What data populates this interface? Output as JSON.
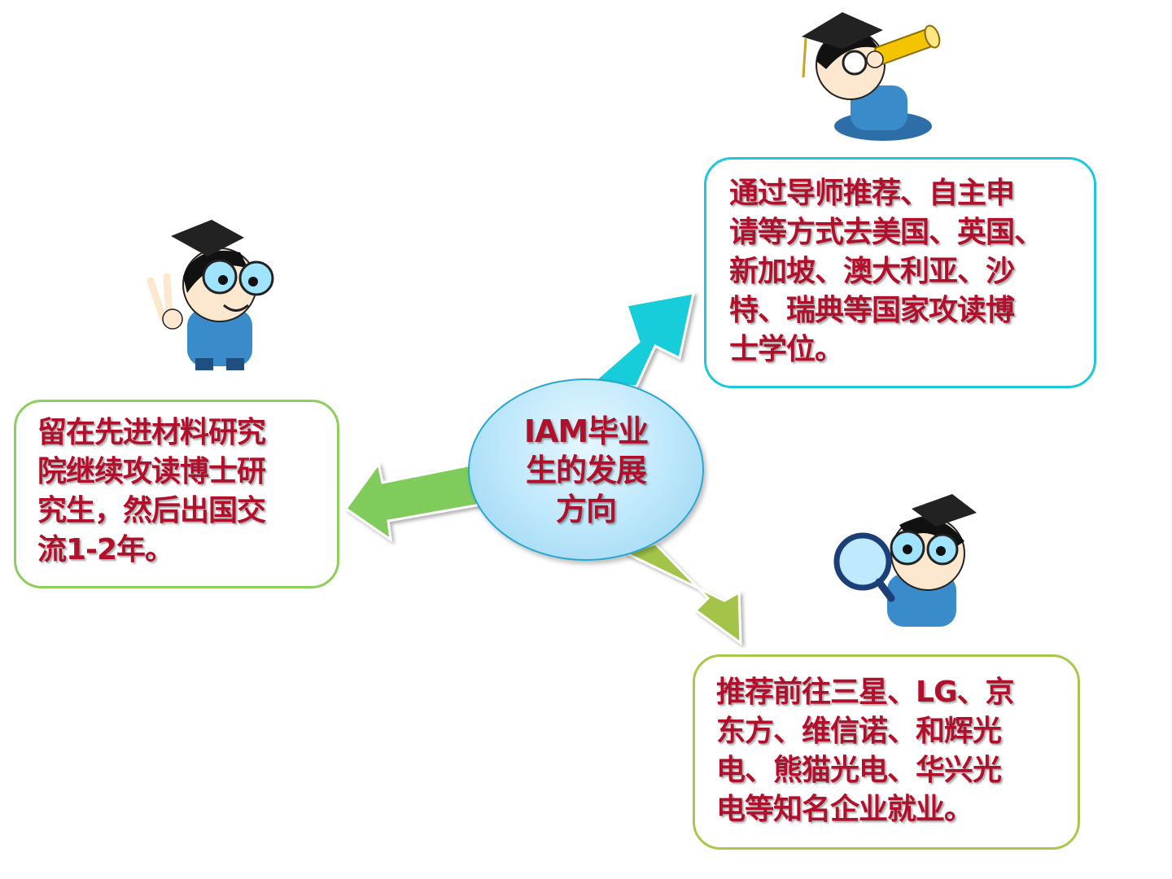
{
  "center": {
    "lines": [
      "IAM毕业",
      "生的发展",
      "方向"
    ]
  },
  "branches": {
    "abroad": {
      "lines": [
        "通过导师推荐、自主申",
        "请等方式去美国、英国、",
        "新加坡、澳大利亚、沙",
        "特、瑞典等国家攻读博",
        "士学位。"
      ]
    },
    "stay": {
      "lines": [
        "留在先进材料研究",
        "院继续攻读博士研",
        "究生，然后出国交",
        "流1-2年。"
      ]
    },
    "industry": {
      "lines": [
        "推荐前往三星、LG、京",
        "东方、维信诺、和辉光",
        "电、熊猫光电、华兴光",
        "电等知名企业就业。"
      ]
    }
  },
  "colors": {
    "text": "#b0102c",
    "cyan": "#1ec8d8",
    "green": "#7fcc5c",
    "olive": "#a3c44a"
  }
}
